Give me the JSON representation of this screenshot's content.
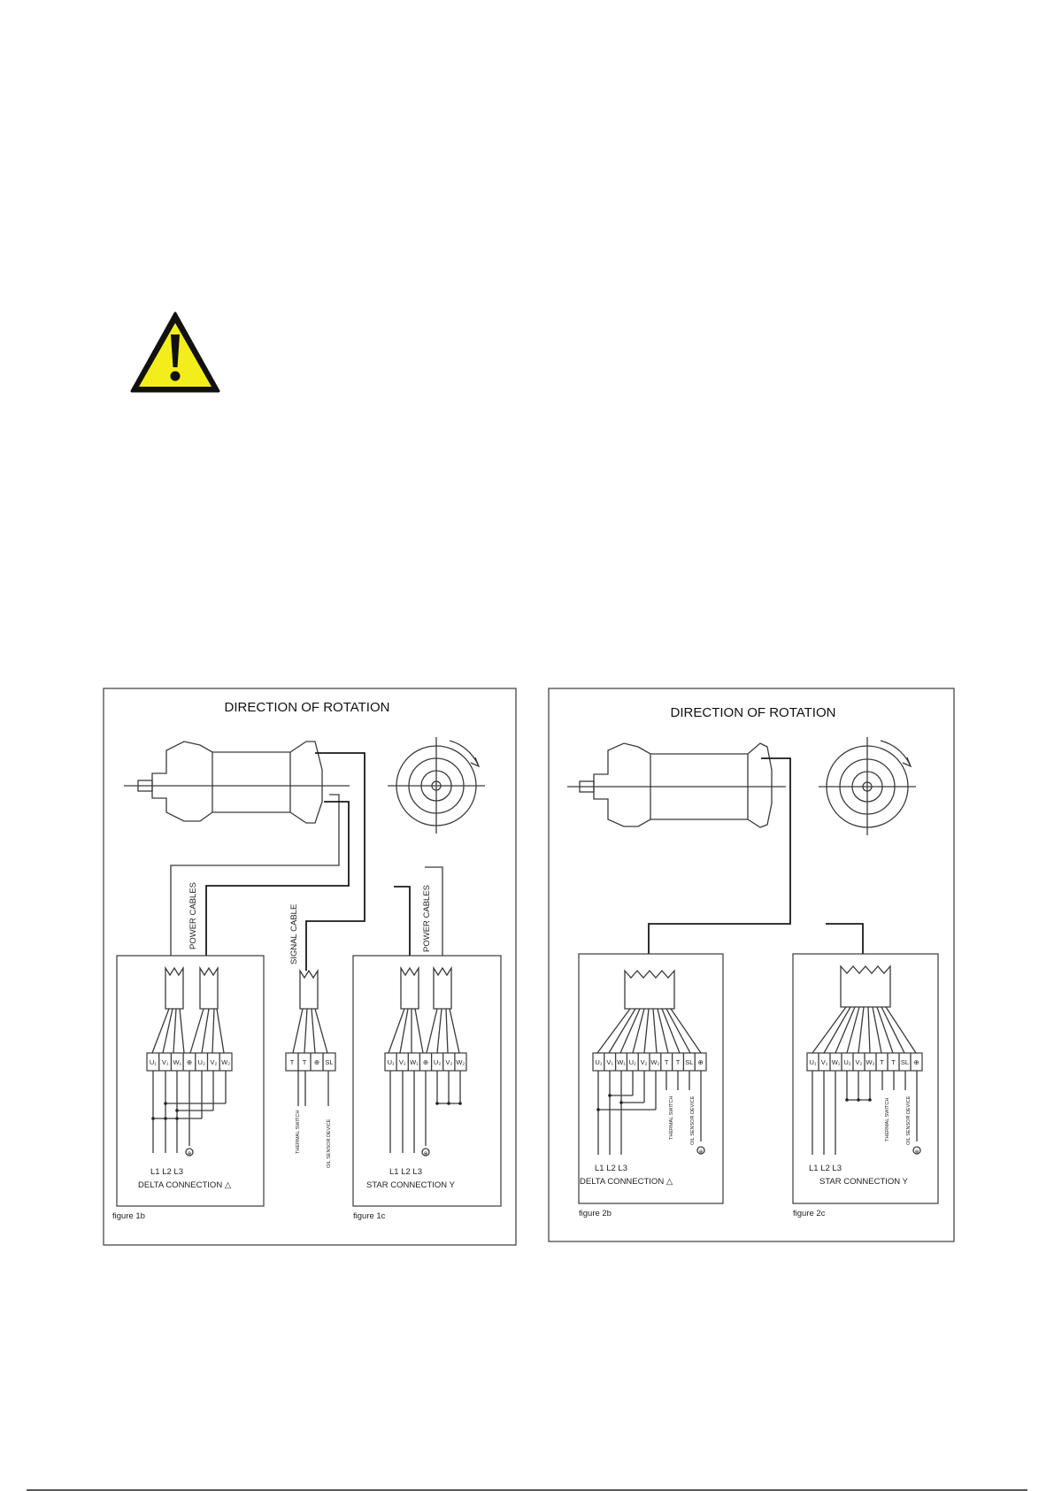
{
  "colors": {
    "warning_fill": "#f3ee1b",
    "warning_border": "#111111",
    "line": "#3a3a3a"
  },
  "warning": {
    "icon": "warning-triangle-icon"
  },
  "panel1": {
    "title": "DIRECTION OF ROTATION",
    "power_cables_left": "POWER CABLES",
    "signal_cable": "SIGNAL CABLE",
    "power_cables_right": "POWER CABLES",
    "delta": {
      "terminals": [
        "U₁",
        "V₁",
        "W₁",
        "⊕",
        "U₂",
        "V₂",
        "W₂"
      ],
      "lines": "L1 L2 L3",
      "ground": "⊕",
      "connection": "DELTA CONNECTION △",
      "figure": "figure 1b"
    },
    "signal": {
      "terminals": [
        "T",
        "T",
        "⊕",
        "SL"
      ],
      "thermal": "THERMAL SWITCH",
      "oil": "OIL SENSOR DEVICE"
    },
    "star": {
      "terminals": [
        "U₁",
        "V₁",
        "W₁",
        "⊕",
        "U₂",
        "V₂",
        "W₂"
      ],
      "lines": "L1 L2 L3",
      "ground": "⊕",
      "connection": "STAR CONNECTION Y",
      "figure": "figure 1c"
    }
  },
  "panel2": {
    "title": "DIRECTION OF ROTATION",
    "delta": {
      "terminals": [
        "U₁",
        "V₁",
        "W₁",
        "U₂",
        "V₂",
        "W₂",
        "T",
        "T",
        "SL",
        "⊕"
      ],
      "lines": "L1 L2 L3",
      "thermal": "THERMAL SWITCH",
      "oil": "OIL SENSOR DEVICE",
      "ground": "⊕",
      "connection": "DELTA CONNECTION △",
      "figure": "figure 2b"
    },
    "star": {
      "terminals": [
        "U₁",
        "V₁",
        "W₁",
        "U₂",
        "V₂",
        "W₂",
        "T",
        "T",
        "SL",
        "⊕"
      ],
      "lines": "L1 L2 L3",
      "thermal": "THERMAL SWITCH",
      "oil": "OIL SENSOR DEVICE",
      "ground": "⊕",
      "connection": "STAR CONNECTION Y",
      "figure": "figure 2c"
    }
  }
}
